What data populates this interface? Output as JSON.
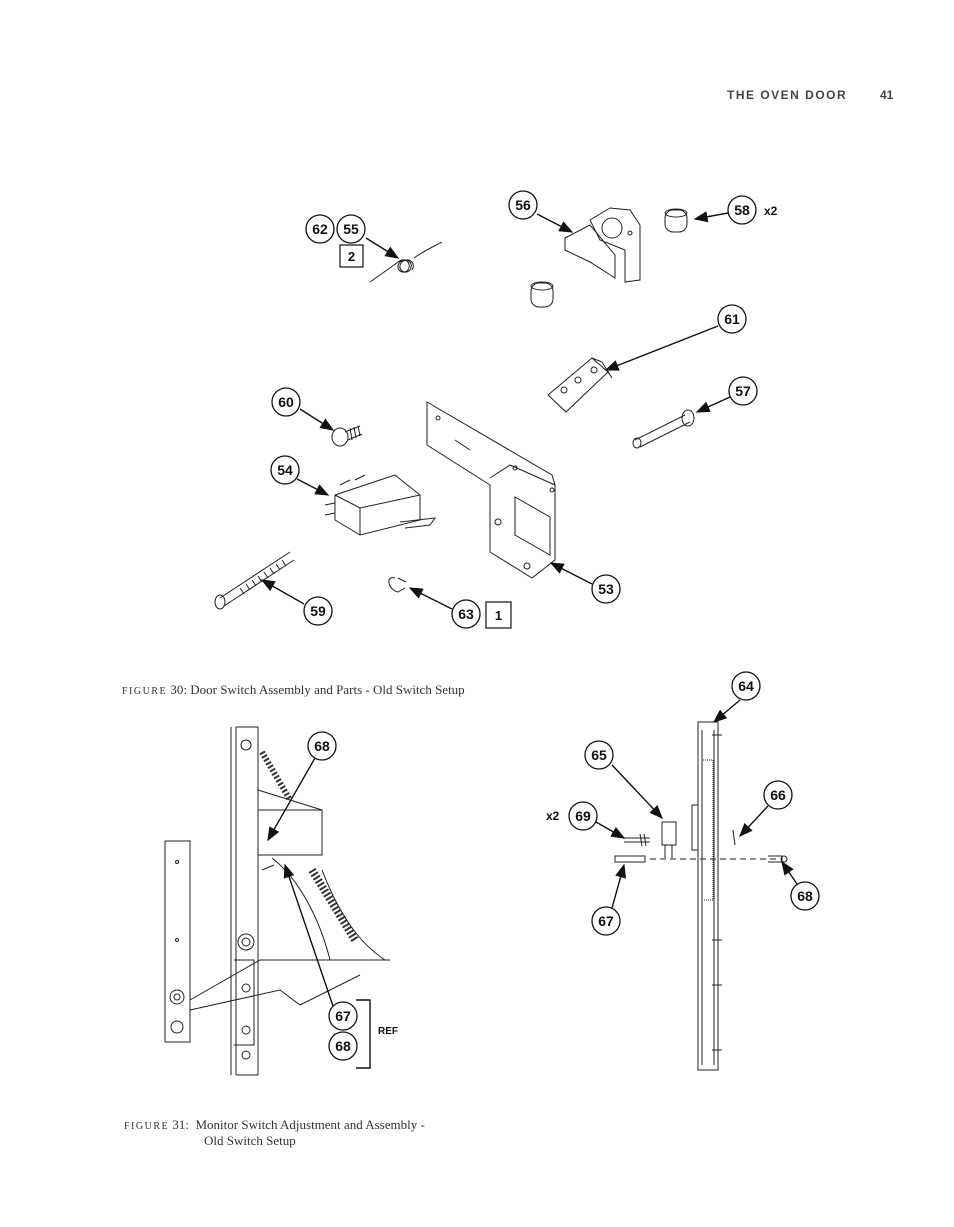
{
  "header": {
    "section_title": "THE OVEN DOOR",
    "page_number": "41"
  },
  "figure30": {
    "label_word": "FIGURE",
    "number": "30:",
    "caption": "Door Switch Assembly and Parts - Old Switch Setup",
    "callouts": [
      "62",
      "55",
      "56",
      "58",
      "61",
      "57",
      "60",
      "54",
      "59",
      "63",
      "53"
    ],
    "qty_x2": "x2",
    "box_2": "2",
    "box_1": "1"
  },
  "figure31": {
    "label_word": "FIGURE",
    "number": "31:",
    "caption_line1": "Monitor Switch Adjustment and Assembly -",
    "caption_line2": "Old Switch Setup",
    "callouts": [
      "68",
      "67",
      "68",
      "64",
      "65",
      "66",
      "69",
      "68",
      "67"
    ],
    "ref_label": "REF",
    "qty_x2": "x2"
  }
}
